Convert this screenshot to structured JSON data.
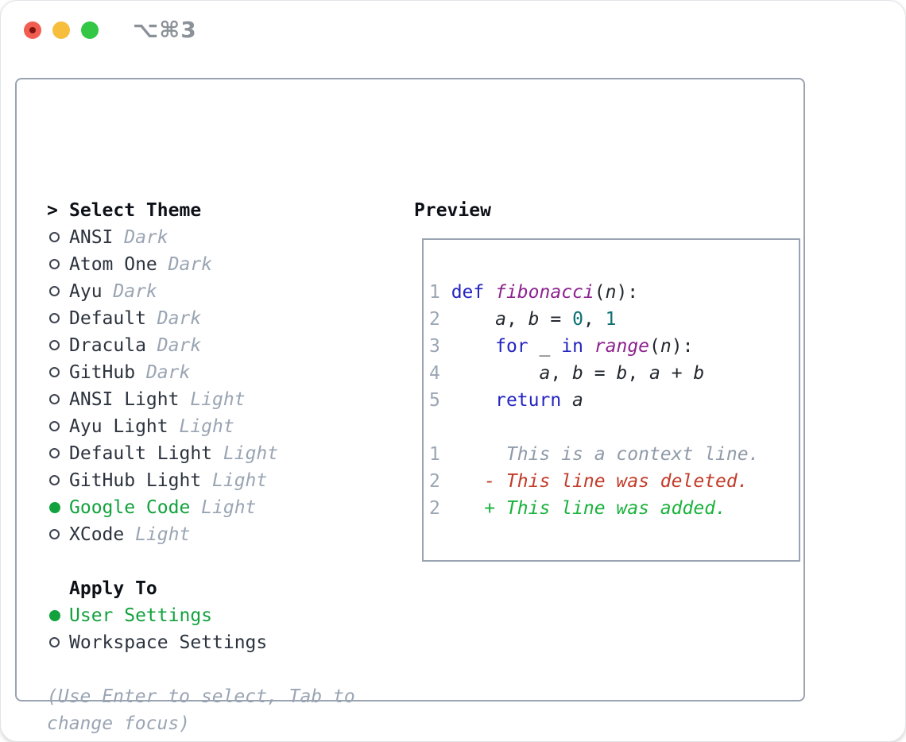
{
  "titlebar": {
    "shortcut": "⌥⌘3"
  },
  "theme_panel": {
    "header_prefix": ">",
    "header": "Select Theme",
    "items": [
      {
        "name": "ANSI",
        "variant": "Dark",
        "selected": false
      },
      {
        "name": "Atom One",
        "variant": "Dark",
        "selected": false
      },
      {
        "name": "Ayu",
        "variant": "Dark",
        "selected": false
      },
      {
        "name": "Default",
        "variant": "Dark",
        "selected": false
      },
      {
        "name": "Dracula",
        "variant": "Dark",
        "selected": false
      },
      {
        "name": "GitHub",
        "variant": "Dark",
        "selected": false
      },
      {
        "name": "ANSI Light",
        "variant": "Light",
        "selected": false
      },
      {
        "name": "Ayu Light",
        "variant": "Light",
        "selected": false
      },
      {
        "name": "Default Light",
        "variant": "Light",
        "selected": false
      },
      {
        "name": "GitHub Light",
        "variant": "Light",
        "selected": false
      },
      {
        "name": "Google Code",
        "variant": "Light",
        "selected": true
      },
      {
        "name": "XCode",
        "variant": "Light",
        "selected": false
      }
    ],
    "apply_to": {
      "header": "Apply To",
      "options": [
        {
          "label": "User Settings",
          "selected": true
        },
        {
          "label": "Workspace Settings",
          "selected": false
        }
      ]
    },
    "help_lines": [
      "(Use Enter to select, Tab to",
      "change focus)"
    ]
  },
  "preview": {
    "header": "Preview",
    "lines": [
      [
        {
          "t": "1 ",
          "c": "num"
        },
        {
          "t": "def",
          "c": "kw"
        },
        {
          "t": " ",
          "c": "pl"
        },
        {
          "t": "fibonacci",
          "c": "fn",
          "i": true
        },
        {
          "t": "(",
          "c": "pl"
        },
        {
          "t": "n",
          "c": "var",
          "i": true
        },
        {
          "t": "):",
          "c": "pl"
        }
      ],
      [
        {
          "t": "2 ",
          "c": "num"
        },
        {
          "t": "    ",
          "c": "pl"
        },
        {
          "t": "a",
          "c": "var",
          "i": true
        },
        {
          "t": ", ",
          "c": "pl"
        },
        {
          "t": "b",
          "c": "var",
          "i": true
        },
        {
          "t": " = ",
          "c": "pl"
        },
        {
          "t": "0",
          "c": "lit"
        },
        {
          "t": ", ",
          "c": "pl"
        },
        {
          "t": "1",
          "c": "lit"
        }
      ],
      [
        {
          "t": "3 ",
          "c": "num"
        },
        {
          "t": "    ",
          "c": "pl"
        },
        {
          "t": "for",
          "c": "kw"
        },
        {
          "t": " ",
          "c": "pl"
        },
        {
          "t": "_",
          "c": "var"
        },
        {
          "t": " ",
          "c": "pl"
        },
        {
          "t": "in",
          "c": "kw"
        },
        {
          "t": " ",
          "c": "pl"
        },
        {
          "t": "range",
          "c": "fn",
          "i": true
        },
        {
          "t": "(",
          "c": "pl"
        },
        {
          "t": "n",
          "c": "var",
          "i": true
        },
        {
          "t": "):",
          "c": "pl"
        }
      ],
      [
        {
          "t": "4 ",
          "c": "num"
        },
        {
          "t": "        ",
          "c": "pl"
        },
        {
          "t": "a",
          "c": "var",
          "i": true
        },
        {
          "t": ", ",
          "c": "pl"
        },
        {
          "t": "b",
          "c": "var",
          "i": true
        },
        {
          "t": " = ",
          "c": "pl"
        },
        {
          "t": "b",
          "c": "var",
          "i": true
        },
        {
          "t": ", ",
          "c": "pl"
        },
        {
          "t": "a",
          "c": "var",
          "i": true
        },
        {
          "t": " + ",
          "c": "pl"
        },
        {
          "t": "b",
          "c": "var",
          "i": true
        }
      ],
      [
        {
          "t": "5 ",
          "c": "num"
        },
        {
          "t": "    ",
          "c": "pl"
        },
        {
          "t": "return",
          "c": "kw"
        },
        {
          "t": " ",
          "c": "pl"
        },
        {
          "t": "a",
          "c": "var",
          "i": true
        }
      ],
      [],
      [
        {
          "t": "1",
          "c": "num"
        },
        {
          "t": "      This is a context line.",
          "c": "ctx",
          "i": true
        }
      ],
      [
        {
          "t": "2",
          "c": "num"
        },
        {
          "t": "    ",
          "c": "pl"
        },
        {
          "t": "- This line was deleted.",
          "c": "del",
          "i": true
        }
      ],
      [
        {
          "t": "2",
          "c": "num"
        },
        {
          "t": "    ",
          "c": "pl"
        },
        {
          "t": "+ This line was added.",
          "c": "add",
          "i": true
        }
      ]
    ]
  },
  "colors": {
    "accentGreen": "#12a23d",
    "headerDark": "#0d1117",
    "nameDark": "#2c333e",
    "dimGray": "#9aa5b3",
    "ringDark": "#3d4450",
    "boxBorder": "#99a3b1",
    "lineNum": "#9aa6b4",
    "codeDark": "#23282f",
    "kwBlue": "#2424c2",
    "fnPurple": "#8e2390",
    "litTeal": "#0e6f72",
    "ctxGray": "#8f9aa8",
    "delRed": "#c23b28",
    "addGreen": "#19b23b",
    "trafficRed": "#f15e51",
    "trafficRedDot": "#7e140c",
    "trafficYellow": "#f7be3e",
    "trafficGreen": "#32c745",
    "shortcutGray": "#8b9198"
  }
}
